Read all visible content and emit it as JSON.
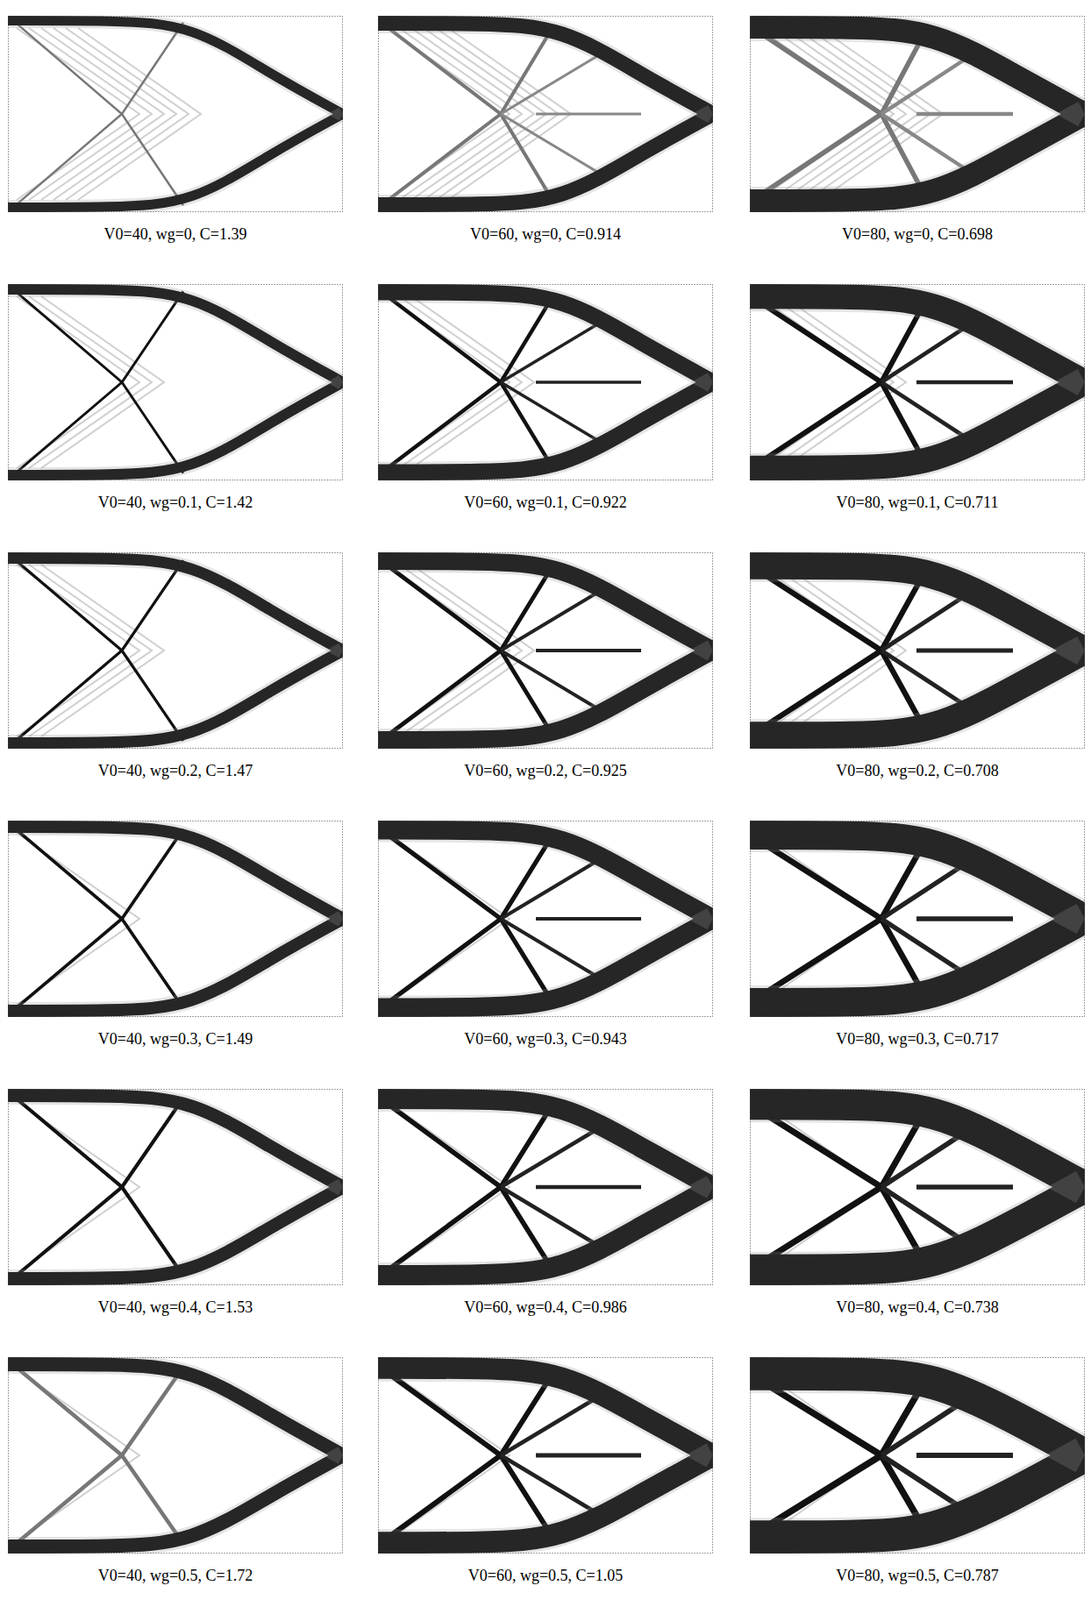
{
  "diagram": {
    "labels": [
      "V0=40, wg=0, C=1.39",
      "V0=60, wg=0, C=0.914",
      "V0=80, wg=0, C=0.698",
      "V0=40, wg=0.1, C=1.42",
      "V0=60, wg=0.1, C=0.922",
      "V0=80, wg=0.1, C=0.711",
      "V0=40, wg=0.2, C=1.47",
      "V0=60, wg=0.2, C=0.925",
      "V0=80, wg=0.2, C=0.708",
      "V0=40, wg=0.3, C=1.49",
      "V0=60, wg=0.3, C=0.943",
      "V0=80, wg=0.3, C=0.717",
      "V0=40, wg=0.4, C=1.53",
      "V0=60, wg=0.4, C=0.986",
      "V0=80, wg=0.4, C=0.738",
      "V0=40, wg=0.5, C=1.72",
      "V0=60, wg=0.5, C=1.05",
      "V0=80, wg=0.5, C=0.787"
    ]
  }
}
